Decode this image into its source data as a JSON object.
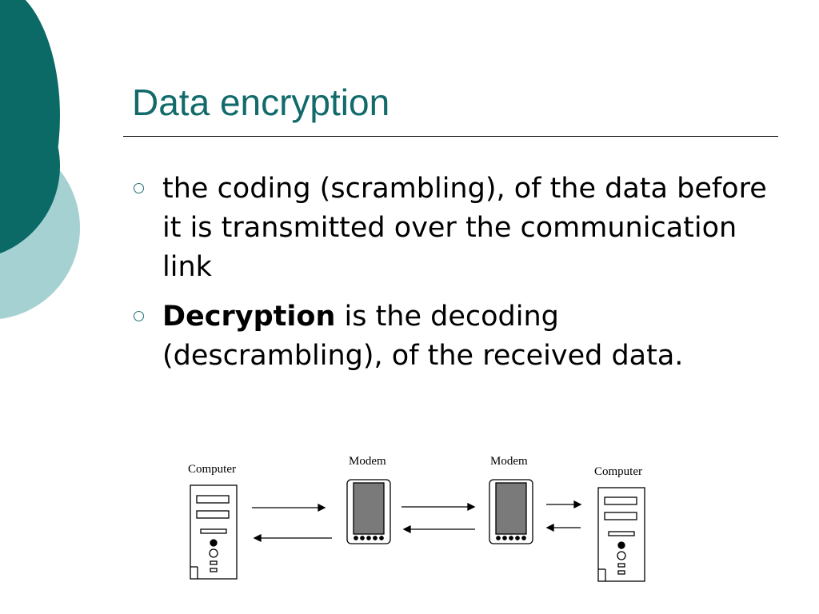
{
  "slide": {
    "title": "Data encryption",
    "bullets": [
      {
        "bold_prefix": "",
        "text": "the coding (scrambling), of the data before it is transmitted over the communication link"
      },
      {
        "bold_prefix": "Decryption",
        "text": " is the decoding (descrambling), of the received data."
      }
    ]
  },
  "diagram": {
    "labels": {
      "computer_left": "Computer",
      "modem_left": "Modem",
      "modem_right": "Modem",
      "computer_right": "Computer"
    },
    "icons": [
      "computer-tower-icon",
      "modem-icon",
      "modem-icon",
      "computer-tower-icon",
      "arrow-right-icon",
      "arrow-left-icon"
    ]
  },
  "colors": {
    "title_text": "#126a6a",
    "deco_dark_teal": "#0b6a66",
    "deco_light_teal": "#a6d1d2",
    "bullet_marker": "#1e6f70",
    "modem_screen": "#7a7a7a"
  }
}
